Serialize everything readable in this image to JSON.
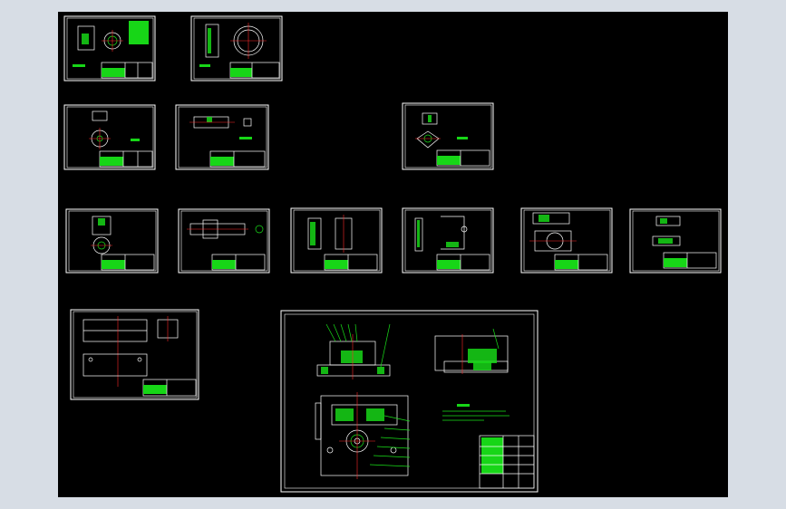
{
  "app": {
    "background_color": "#d7dde5",
    "model_space_color": "#000000",
    "line_color": "#ffffff",
    "accent_color": "#19e019",
    "center_line_color": "#ff2a2a"
  },
  "drawing_sheets": [
    {
      "id": "part-01",
      "kind": "part",
      "views": "flange"
    },
    {
      "id": "part-02",
      "kind": "part",
      "views": "ring"
    },
    {
      "id": "part-03",
      "kind": "part",
      "views": "round-top"
    },
    {
      "id": "part-04",
      "kind": "part",
      "views": "plate-side"
    },
    {
      "id": "part-05",
      "kind": "part",
      "views": "diamond-flange"
    },
    {
      "id": "part-06",
      "kind": "part",
      "views": "block-round"
    },
    {
      "id": "part-07",
      "kind": "part",
      "views": "shaft"
    },
    {
      "id": "part-08",
      "kind": "part",
      "views": "bracket"
    },
    {
      "id": "part-09",
      "kind": "part",
      "views": "angle-plate"
    },
    {
      "id": "part-10",
      "kind": "part",
      "views": "jaw-block"
    },
    {
      "id": "part-11",
      "kind": "part",
      "views": "small-block"
    },
    {
      "id": "part-12",
      "kind": "part",
      "views": "base-plate"
    },
    {
      "id": "assembly",
      "kind": "assembly",
      "views": "fixture-assembly"
    }
  ]
}
